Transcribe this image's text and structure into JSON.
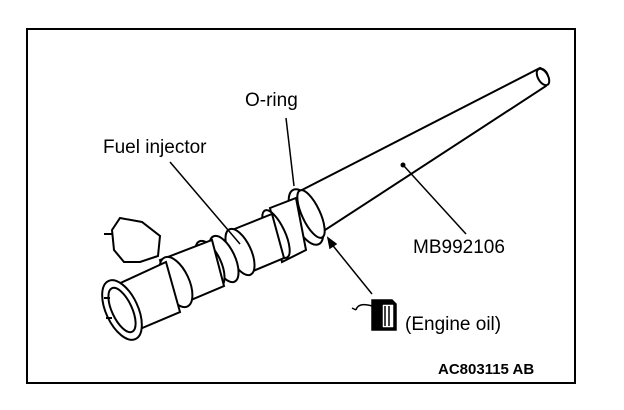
{
  "labels": {
    "o_ring": "O-ring",
    "fuel_injector": "Fuel injector",
    "special_tool": "MB992106",
    "engine_oil": "(Engine oil)"
  },
  "figure_code": "AC803115 AB",
  "icons": {
    "oil_can": "oil-can-icon"
  }
}
